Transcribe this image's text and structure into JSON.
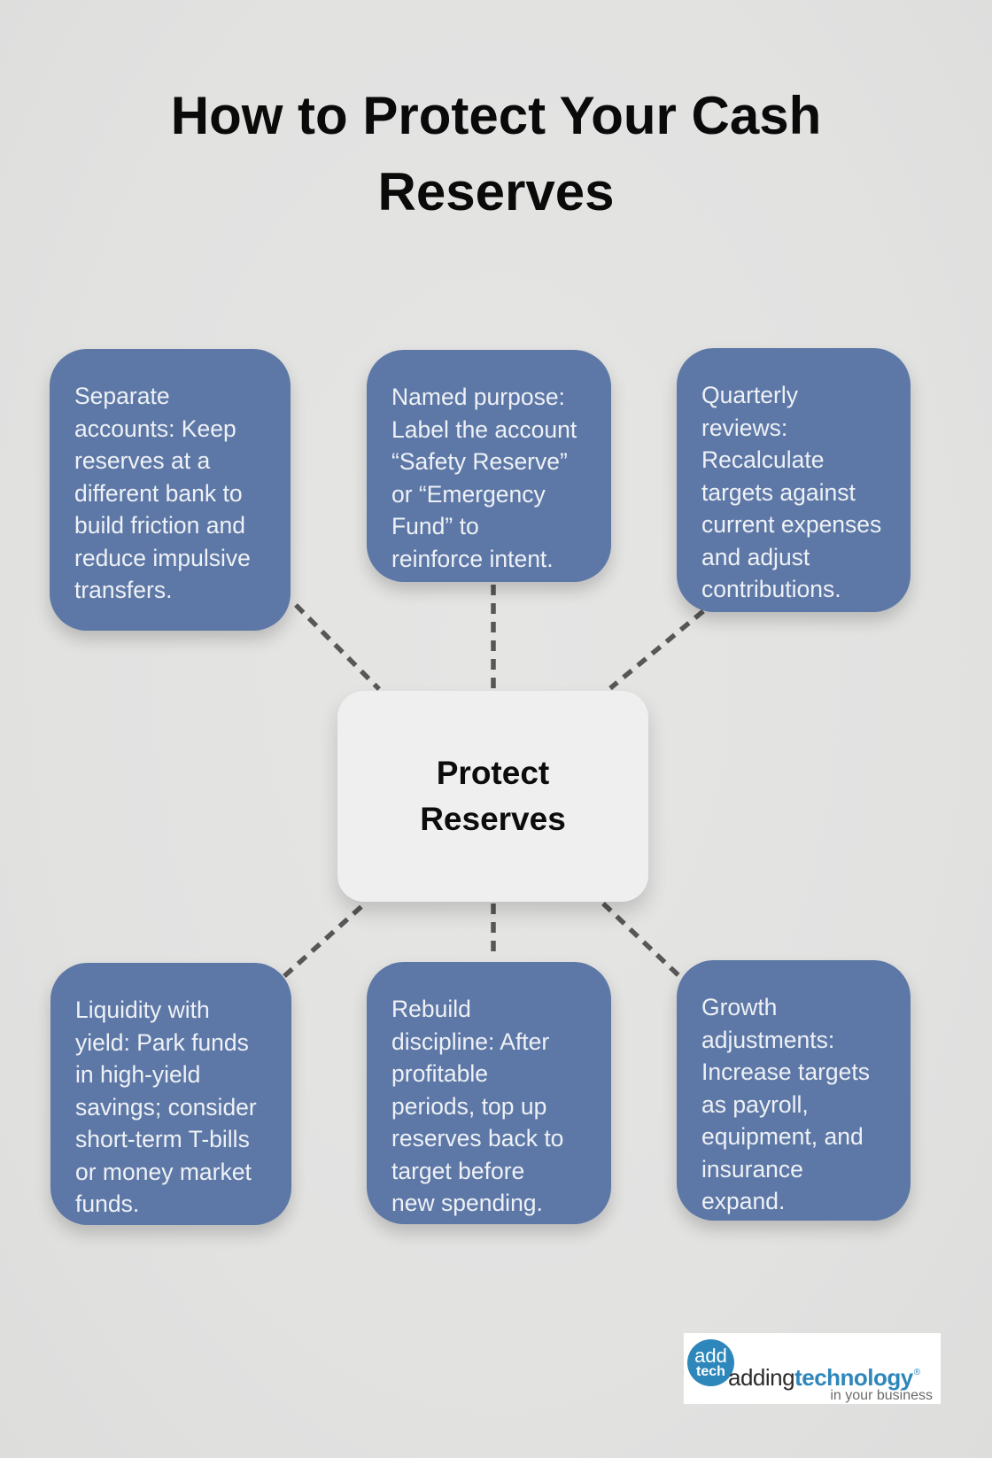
{
  "title": "How to Protect Your Cash\nReserves",
  "center": {
    "label": "Protect\nReserves"
  },
  "topics": [
    {
      "name": "separate-accounts",
      "text": "Separate\naccounts: Keep\nreserves at a\ndifferent bank to\nbuild friction and\nreduce impulsive\ntransfers."
    },
    {
      "name": "named-purpose",
      "text": "Named purpose:\nLabel the account\n“Safety Reserve”\nor “Emergency\nFund” to\nreinforce intent."
    },
    {
      "name": "quarterly-reviews",
      "text": "Quarterly\nreviews:\nRecalculate\ntargets against\ncurrent expenses\nand adjust\ncontributions."
    },
    {
      "name": "liquidity-with-yield",
      "text": "Liquidity with\nyield: Park funds\nin high-yield\nsavings; consider\nshort-term T-bills\nor money market\nfunds."
    },
    {
      "name": "rebuild-discipline",
      "text": "Rebuild\ndiscipline: After\nprofitable\nperiods, top up\nreserves back to\ntarget before\nnew spending."
    },
    {
      "name": "growth-adjustments",
      "text": "Growth\nadjustments:\nIncrease targets\nas payroll,\nequipment, and\ninsurance\nexpand."
    }
  ],
  "logo": {
    "badge_top": "add",
    "badge_bottom": "tech",
    "brand_prefix": "adding",
    "brand_suffix": "technology",
    "registered_mark": "®",
    "tagline": "in your business"
  },
  "colors": {
    "background": "#e2e2e1",
    "topic_box": "#5d78a6",
    "topic_text": "#eef1f6",
    "center_box": "#efeff0",
    "center_text": "#0c0c0c",
    "connector": "#575757",
    "title_text": "#0a0a0a",
    "logo_blue": "#2d87ba",
    "logo_dark": "#2b2b2b",
    "logo_gray": "#6a6b6d"
  }
}
